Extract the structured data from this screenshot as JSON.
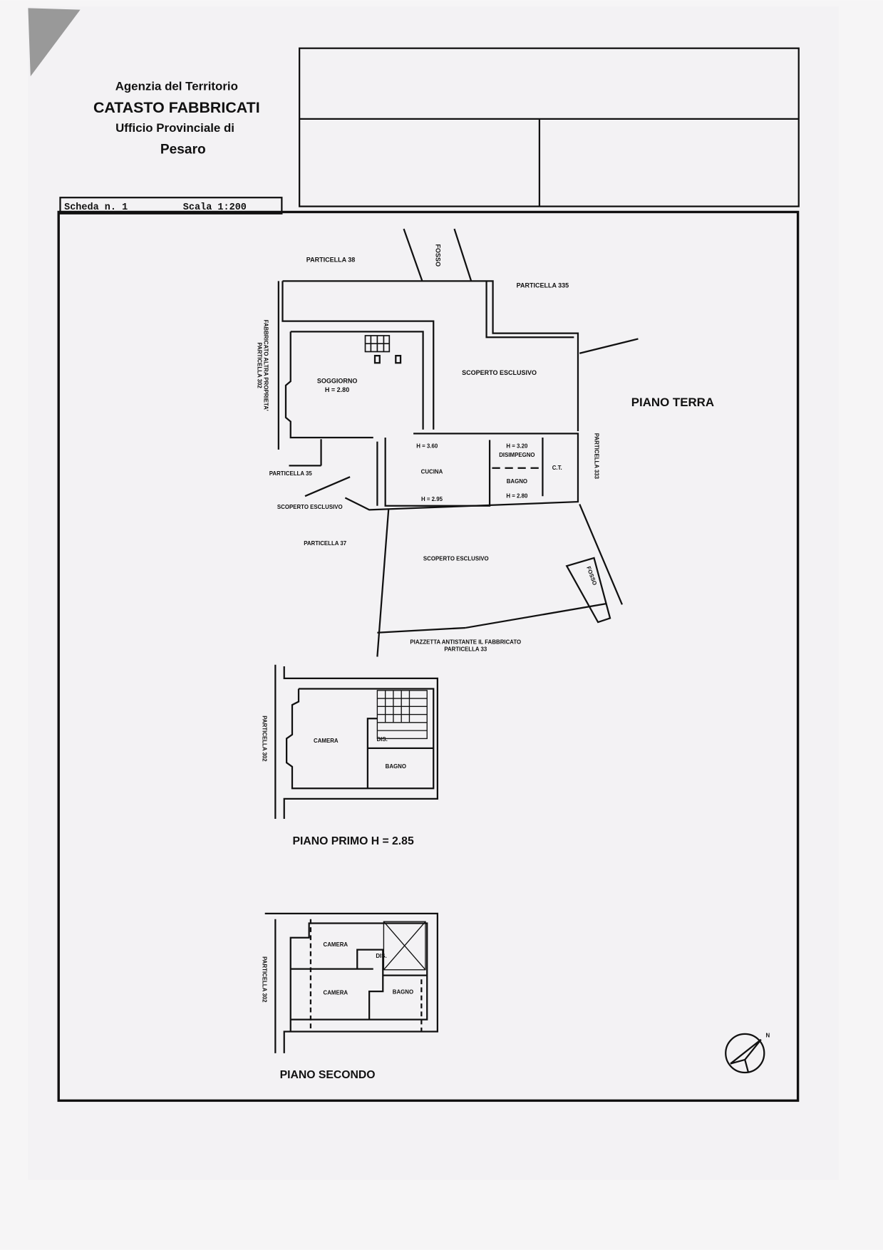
{
  "header": {
    "line1": "Agenzia del Territorio",
    "line2": "CATASTO FABBRICATI",
    "line3": "Ufficio Provinciale di",
    "line4": "Pesaro"
  },
  "sheet": {
    "scheda": "Scheda n. 1",
    "scala": "Scala 1:200"
  },
  "ground_floor": {
    "title": "PIANO TERRA",
    "particella_38": "PARTICELLA 38",
    "fosso_top": "FOSSO",
    "particella_335": "PARTICELLA 335",
    "adjacent_1": "FABBRICATO ALTRA PROPRIETA'",
    "adjacent_2": "PARTICELLA 302",
    "soggiorno": "SOGGIORNO",
    "soggiorno_h": "H = 2.80",
    "scoperto_top": "SCOPERTO ESCLUSIVO",
    "h_360": "H = 3.60",
    "h_320": "H = 3.20",
    "disimpegno": "DISIMPEGNO",
    "ct": "C.T.",
    "particella_333": "PARTICELLA 333",
    "particella_35": "PARTICELLA 35",
    "cucina": "CUCINA",
    "cucina_h": "H = 2.95",
    "bagno": "BAGNO",
    "bagno_h": "H = 2.80",
    "scoperto_left": "SCOPERTO ESCLUSIVO",
    "particella_37": "PARTICELLA 37",
    "scoperto_bottom": "SCOPERTO ESCLUSIVO",
    "fosso_bottom": "FOSSO",
    "piazzetta_1": "PIAZZETTA ANTISTANTE IL FABBRICATO",
    "piazzetta_2": "PARTICELLA 33"
  },
  "first_floor": {
    "title": "PIANO PRIMO H = 2.85",
    "particella": "PARTICELLA 302",
    "camera": "CAMERA",
    "dis": "DIS.",
    "bagno": "BAGNO"
  },
  "second_floor": {
    "title": "PIANO SECONDO",
    "particella": "PARTICELLA 302",
    "camera_1": "CAMERA",
    "camera_2": "CAMERA",
    "dis": "DIS.",
    "bagno": "BAGNO"
  },
  "compass": {
    "north": "N"
  }
}
